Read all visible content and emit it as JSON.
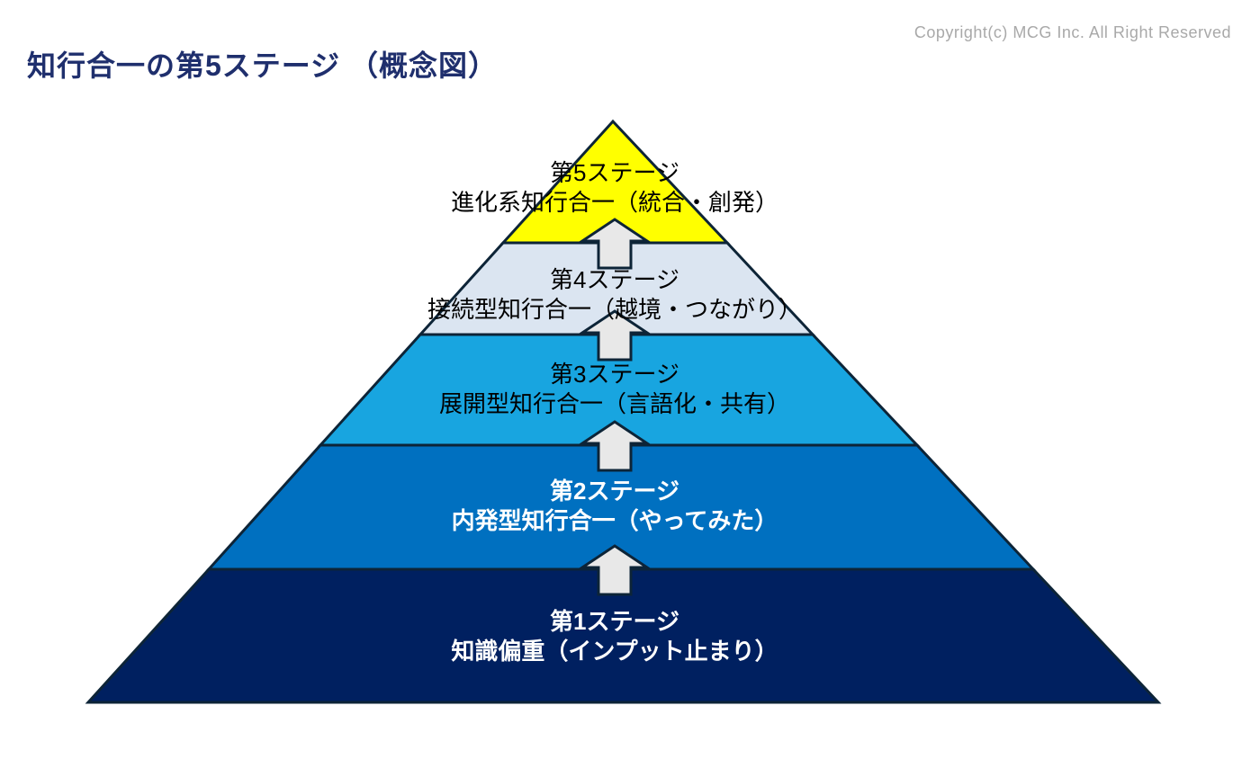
{
  "page": {
    "title": "知行合一の第5ステージ （概念図）",
    "copyright": "Copyright(c) MCG Inc. All Right Reserved"
  },
  "colors": {
    "title_text": "#1f2f6d",
    "copyright_text": "#a9a9a9",
    "shape_outline": "#0d2437",
    "arrow_fill": "#e8e8e8"
  },
  "pyramid": {
    "levels": [
      {
        "stage": "第5ステージ",
        "label": "進化系知行合一（統合・創発）",
        "fill": "#ffff00",
        "text_color": "#000000"
      },
      {
        "stage": "第4ステージ",
        "label": "接続型知行合一（越境・つながり）",
        "fill": "#dbe5f1",
        "text_color": "#000000"
      },
      {
        "stage": "第3ステージ",
        "label": "展開型知行合一（言語化・共有）",
        "fill": "#18a5e0",
        "text_color": "#000000"
      },
      {
        "stage": "第2ステージ",
        "label": "内発型知行合一（やってみた）",
        "fill": "#0070c0",
        "text_color": "#ffffff"
      },
      {
        "stage": "第1ステージ",
        "label": "知識偏重（インプット止まり）",
        "fill": "#002060",
        "text_color": "#ffffff"
      }
    ]
  }
}
